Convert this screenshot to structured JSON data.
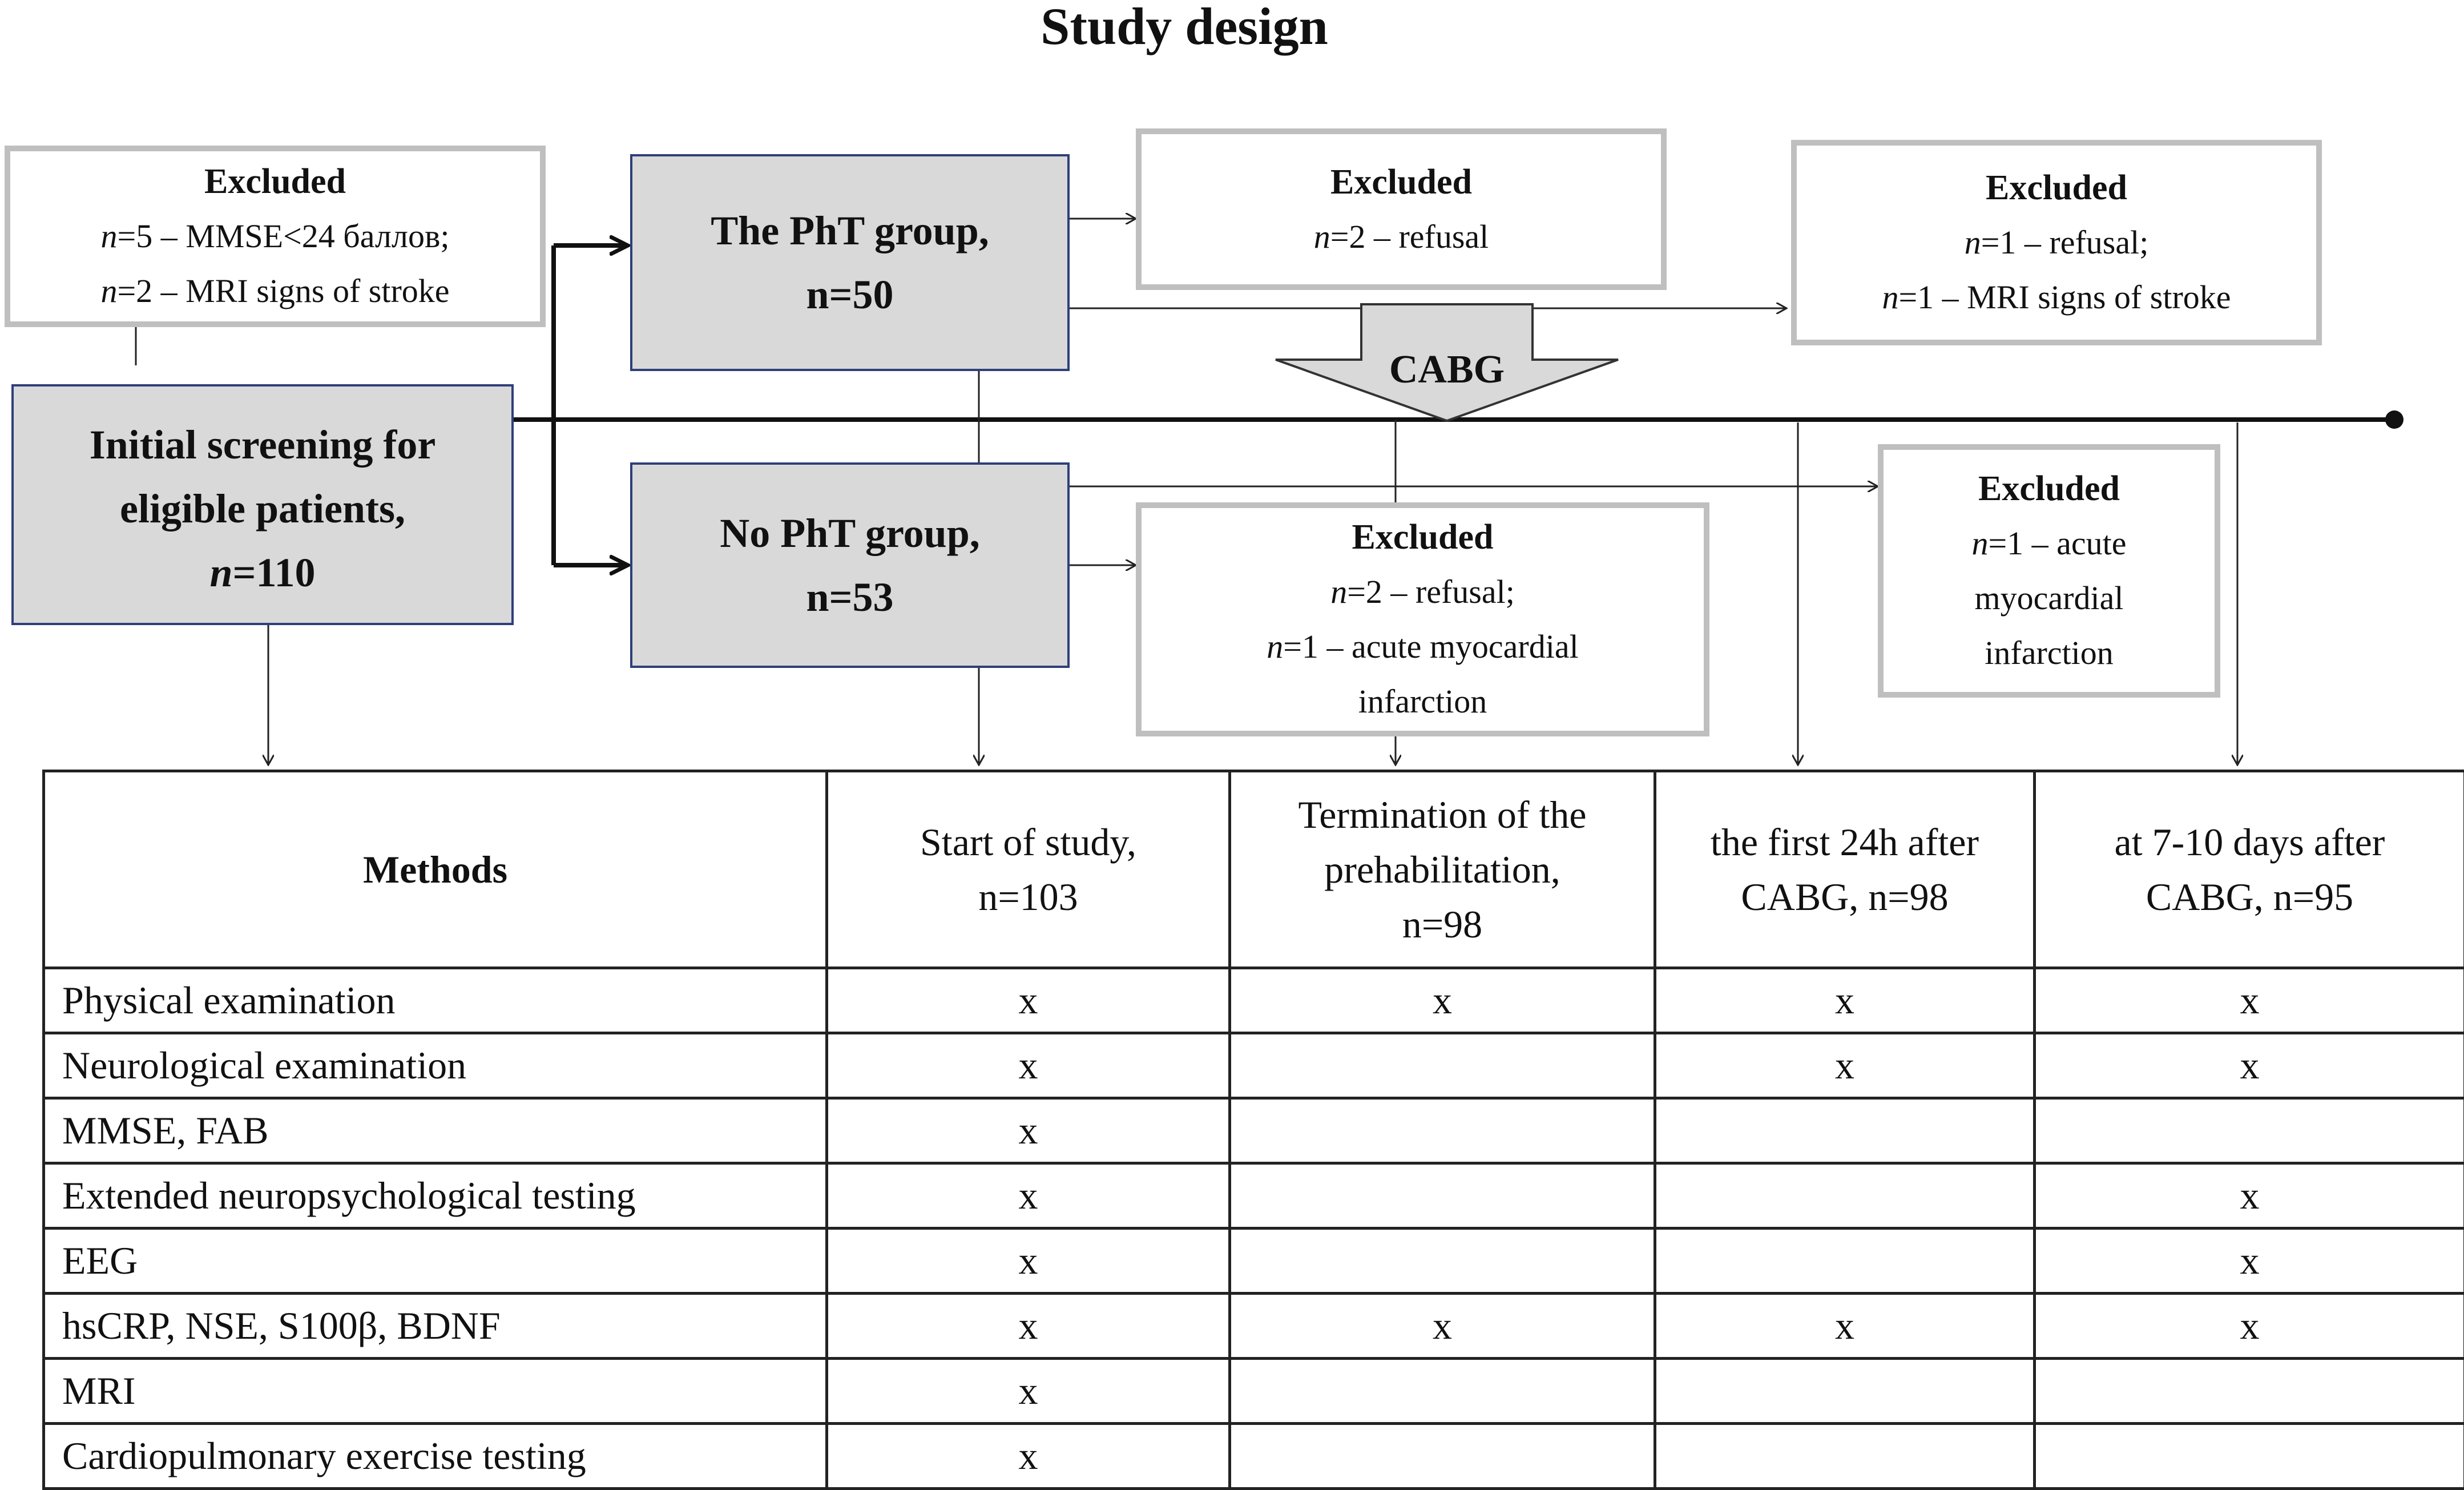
{
  "title": "Study design",
  "screening": {
    "line1": "Initial screening for",
    "line2": "eligible patients,",
    "n_prefix": "n",
    "n_value": "=110"
  },
  "excluded_screening": {
    "title": "Excluded",
    "lines": [
      {
        "n": "n",
        "text": "=5 – MMSE<24 баллов;"
      },
      {
        "n": "n",
        "text": "=2 – MRI signs of stroke"
      }
    ]
  },
  "pht_group": {
    "line1": "The PhT group,",
    "line2": "n=50"
  },
  "no_pht_group": {
    "line1": "No PhT group,",
    "line2": "n=53"
  },
  "excluded_pht": {
    "title": "Excluded",
    "lines": [
      {
        "n": "n",
        "text": "=2 – refusal"
      }
    ]
  },
  "excluded_pht_post": {
    "title": "Excluded",
    "lines": [
      {
        "n": "n",
        "text": "=1 – refusal;"
      },
      {
        "n": "n",
        "text": "=1 – MRI signs of stroke"
      }
    ]
  },
  "excluded_nopht": {
    "title": "Excluded",
    "lines": [
      {
        "n": "n",
        "text": "=2 – refusal;"
      },
      {
        "n": "n",
        "text": "=1 – acute myocardial"
      },
      {
        "n": "",
        "text": "infarction"
      }
    ]
  },
  "excluded_nopht_post": {
    "title": "Excluded",
    "lines": [
      {
        "n": "n",
        "text": "=1 – acute"
      },
      {
        "n": "",
        "text": "myocardial"
      },
      {
        "n": "",
        "text": "infarction"
      }
    ]
  },
  "cabg_label": "CABG",
  "table": {
    "headers": [
      {
        "lines": [
          "Methods"
        ]
      },
      {
        "lines": [
          "Start of study,",
          "n=103"
        ]
      },
      {
        "lines": [
          "Termination of the",
          "prehabilitation,",
          "n=98"
        ]
      },
      {
        "lines": [
          "the first 24h after",
          "CABG, n=98"
        ]
      },
      {
        "lines": [
          "at 7-10 days after",
          "CABG, n=95"
        ]
      }
    ],
    "rows": [
      {
        "method": "Physical examination",
        "marks": [
          "x",
          "x",
          "x",
          "x"
        ]
      },
      {
        "method": "Neurological examination",
        "marks": [
          "x",
          "",
          "x",
          "x"
        ]
      },
      {
        "method": "MMSE, FAB",
        "marks": [
          "x",
          "",
          "",
          ""
        ]
      },
      {
        "method": "Extended neuropsychological testing",
        "marks": [
          "x",
          "",
          "",
          "x"
        ]
      },
      {
        "method": "EEG",
        "marks": [
          "x",
          "",
          "",
          "x"
        ]
      },
      {
        "method": "hsCRP, NSE, S100β, BDNF",
        "marks": [
          "x",
          "x",
          "x",
          "x"
        ]
      },
      {
        "method": "MRI",
        "marks": [
          "x",
          "",
          "",
          ""
        ]
      },
      {
        "method": "Cardiopulmonary exercise testing",
        "marks": [
          "x",
          "",
          "",
          ""
        ]
      }
    ]
  }
}
